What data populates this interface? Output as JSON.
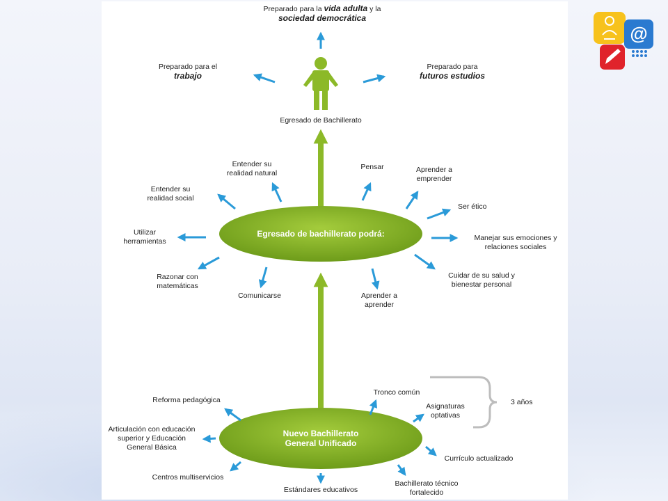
{
  "colors": {
    "green": "#8cb928",
    "green_dark": "#5e8a16",
    "arrow_blue": "#2a9ad8",
    "bracket_gray": "#bdbdbd"
  },
  "top": {
    "prepared_life_prefix": "Preparado para la",
    "prepared_life_bold": "vida adulta",
    "prepared_life_suffix": "y la",
    "prepared_life_line2": "sociedad democrática",
    "prepared_work_line1": "Preparado para el",
    "prepared_work_line2": "trabajo",
    "prepared_studies_line1": "Preparado para",
    "prepared_studies_line2": "futuros estudios",
    "graduate_label": "Egresado de Bachillerato"
  },
  "middle": {
    "center": "Egresado de bachillerato podrá:",
    "skills": [
      {
        "l1": "Entender su",
        "l2": "realidad natural"
      },
      {
        "l1": "Pensar",
        "l2": ""
      },
      {
        "l1": "Aprender a",
        "l2": "emprender"
      },
      {
        "l1": "Entender su",
        "l2": "realidad social"
      },
      {
        "l1": "Ser ético",
        "l2": ""
      },
      {
        "l1": "Utilizar",
        "l2": "herramientas"
      },
      {
        "l1": "Manejar sus emociones y",
        "l2": "relaciones sociales"
      },
      {
        "l1": "Razonar con",
        "l2": "matemáticas"
      },
      {
        "l1": "Cuidar de su salud y",
        "l2": "bienestar personal"
      },
      {
        "l1": "Comunicarse",
        "l2": ""
      },
      {
        "l1": "Aprender a",
        "l2": "aprender"
      }
    ]
  },
  "bottom": {
    "center_l1": "Nuevo Bachillerato",
    "center_l2": "General Unificado",
    "items": [
      {
        "l1": "Reforma pedagógica",
        "l2": "",
        "l3": ""
      },
      {
        "l1": "Articulación con educación",
        "l2": "superior y Educación",
        "l3": "General Básica"
      },
      {
        "l1": "Centros multiservicios",
        "l2": "",
        "l3": ""
      },
      {
        "l1": "Estándares educativos",
        "l2": "",
        "l3": ""
      },
      {
        "l1": "Bachillerato técnico",
        "l2": "fortalecido",
        "l3": ""
      },
      {
        "l1": "Currículo actualizado",
        "l2": "",
        "l3": ""
      },
      {
        "l1": "Tronco común",
        "l2": "",
        "l3": ""
      },
      {
        "l1": "Asignaturas",
        "l2": "optativas",
        "l3": ""
      }
    ],
    "bracket_label": "3 años"
  }
}
